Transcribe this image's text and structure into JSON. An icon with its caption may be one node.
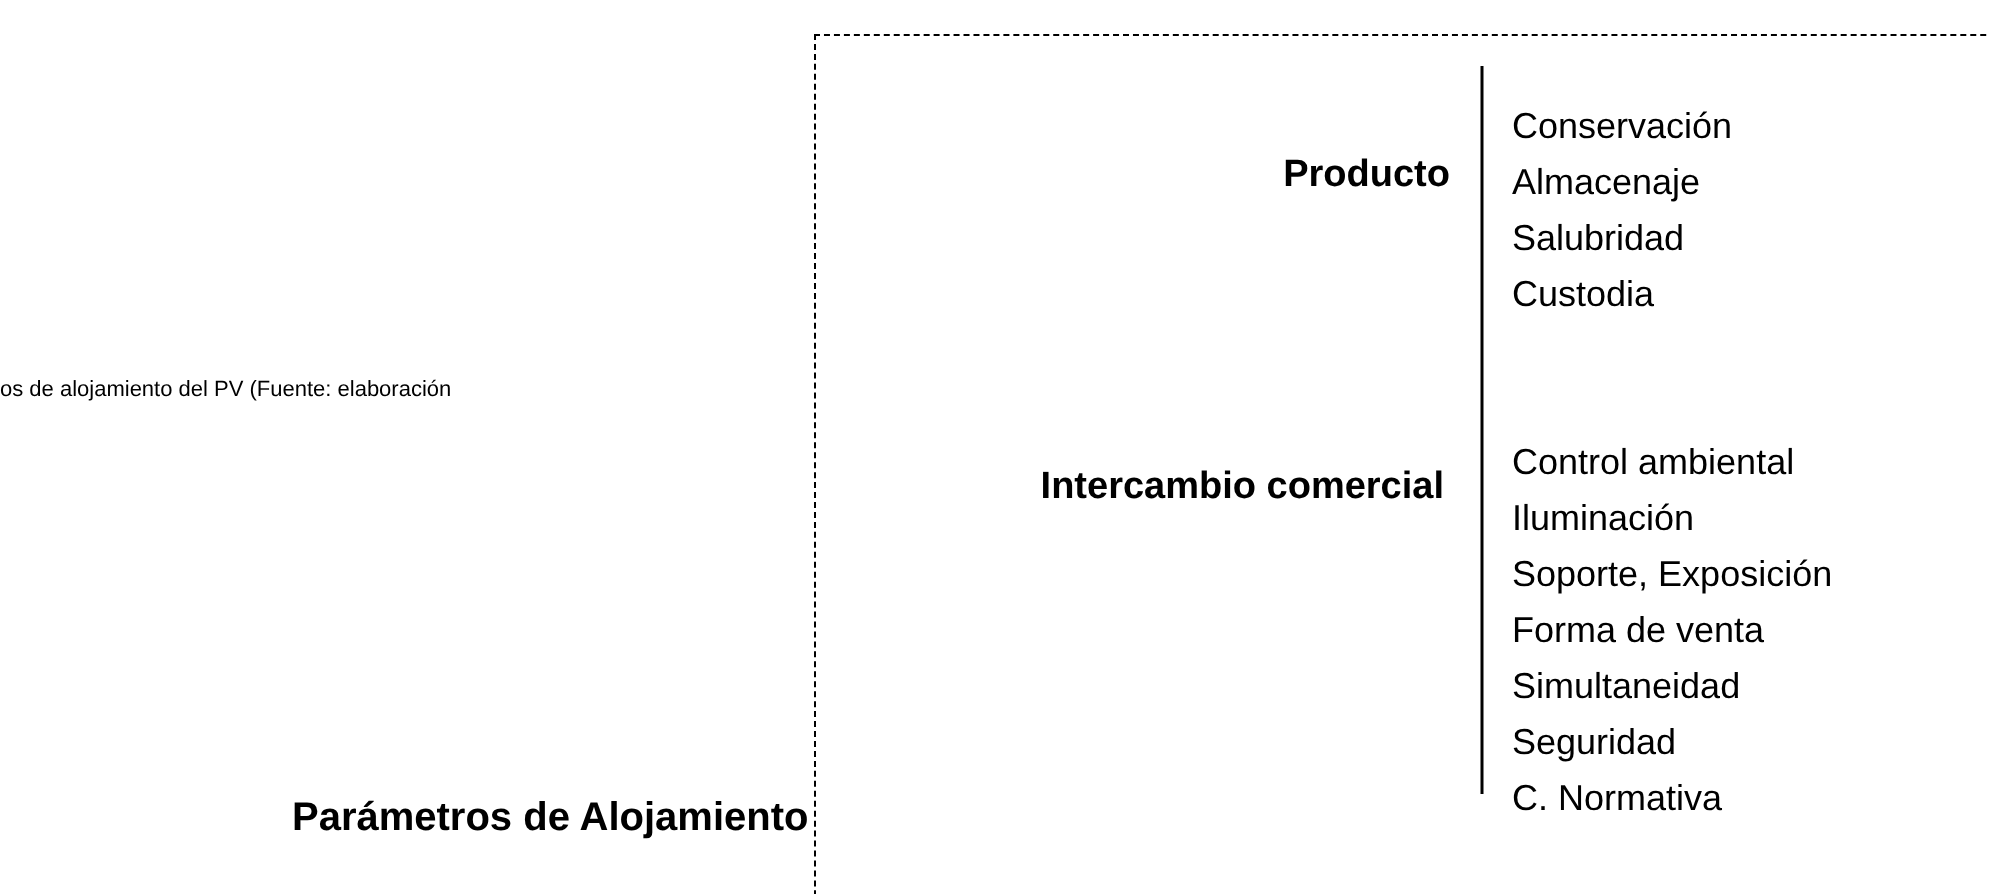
{
  "diagram": {
    "nodes": [
      {
        "text": [
          "Parámetros de Alojamiento"
        ]
      }
    ],
    "edges": [],
    "labels": [
      "os de alojamiento del PV (Fuente: elaboración",
      "Producto",
      "Conservación",
      "Almacenaje",
      "Salubridad",
      "Custodia",
      "Intercambio comercial",
      "Control ambiental",
      "Iluminación",
      "Soporte, Exposición",
      "Forma de venta",
      "Simultaneidad",
      "Seguridad",
      "C. Normativa"
    ]
  }
}
